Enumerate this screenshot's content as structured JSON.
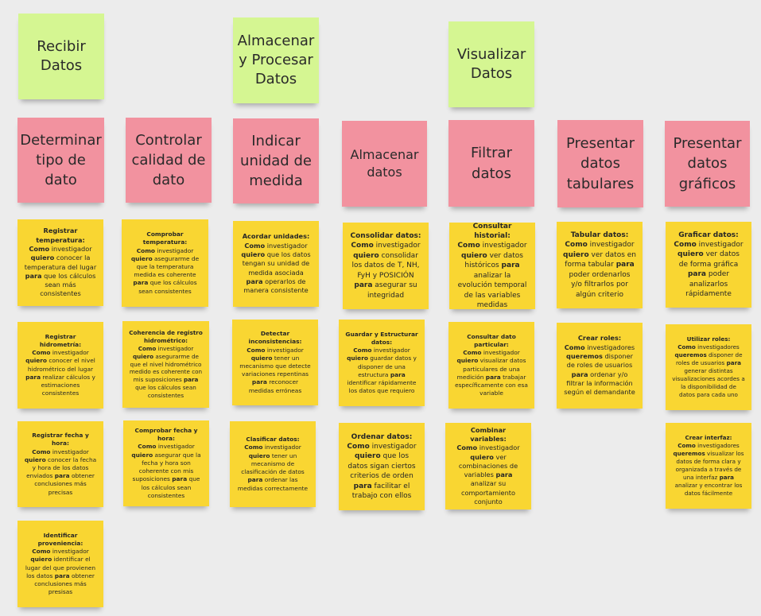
{
  "headers": [
    {
      "id": "recibir",
      "text": "Recibir\nDatos"
    },
    {
      "id": "almacenar-procesar",
      "text": "Almacenar\ny Procesar\nDatos"
    },
    {
      "id": "visualizar",
      "text": "Visualizar\nDatos"
    }
  ],
  "categories": [
    {
      "id": "determinar",
      "text": "Determinar\ntipo de\ndato"
    },
    {
      "id": "controlar",
      "text": "Controlar\ncalidad de\ndato"
    },
    {
      "id": "indicar",
      "text": "Indicar\nunidad de\nmedida"
    },
    {
      "id": "almacenar",
      "text": "Almacenar\ndatos"
    },
    {
      "id": "filtrar",
      "text": "Filtrar\ndatos"
    },
    {
      "id": "tabulares",
      "text": "Presentar\ndatos\ntabulares"
    },
    {
      "id": "graficos",
      "text": "Presentar\ndatos\ngráficos"
    }
  ],
  "stories": [
    {
      "id": "registrar-temperatura",
      "title": "Registrar temperatura:",
      "role": "Como",
      "role_rest": " investigador ",
      "want": "quiero",
      "want_rest": " conocer la temperatura del lugar ",
      "para": "para",
      "para_rest": " que los cálculos sean más consistentes"
    },
    {
      "id": "registrar-hidrometria",
      "title": "Registrar hidrometría:",
      "role": "Como",
      "role_rest": " investigador ",
      "want": "quiero",
      "want_rest": " conocer el nivel hidrométrico del lugar ",
      "para": "para",
      "para_rest": " realizar cálculos y estimaciones consistentes"
    },
    {
      "id": "registrar-fecha-hora",
      "title": "Registrar fecha y hora:",
      "role": "Como",
      "role_rest": " investigador ",
      "want": "quiero",
      "want_rest": " conocer la fecha y hora de los datos enviados ",
      "para": "para",
      "para_rest": " obtener conclusiones más precisas"
    },
    {
      "id": "identificar-proveniencia",
      "title": "Identificar proveniencia:",
      "role": "Como",
      "role_rest": " investigador ",
      "want": "quiero",
      "want_rest": " identificar el lugar del que provienen los datos ",
      "para": "para",
      "para_rest": " obtener conclusiones más presisas"
    },
    {
      "id": "comprobar-temperatura",
      "title": "Comprobar temperatura:",
      "role": "Como",
      "role_rest": " investigador ",
      "want": "quiero",
      "want_rest": " asegurarme de que la temperatura medida es coherente ",
      "para": "para",
      "para_rest": " que los cálculos sean consistentes"
    },
    {
      "id": "coherencia-hidrometrico",
      "title": "Coherencia de registro hidrométrico:",
      "role": "Como",
      "role_rest": " investigador ",
      "want": "quiero",
      "want_rest": " asegurarme de que el nivel hidrométrico medido es coherente con mis suposiciones ",
      "para": "para",
      "para_rest": " que los cálculos sean consistentes"
    },
    {
      "id": "comprobar-fecha-hora",
      "title": "Comprobar fecha y hora:",
      "role": "Como",
      "role_rest": " investigador ",
      "want": "quiero",
      "want_rest": " asegurar que la fecha y hora son coherente con mis suposiciones ",
      "para": "para",
      "para_rest": " que los cálculos sean consistentes"
    },
    {
      "id": "acordar-unidades",
      "title": "Acordar unidades:",
      "role": "Como",
      "role_rest": " investigador ",
      "want": "quiero",
      "want_rest": " que los datos tengan su unidad de medida asociada ",
      "para": "para",
      "para_rest": " operarlos de manera consistente"
    },
    {
      "id": "detectar-inconsistencias",
      "title": "Detectar inconsistencias:",
      "role": "Como",
      "role_rest": " investigador ",
      "want": "quiero",
      "want_rest": " tener un mecanismo que detecte variaciones repentinas ",
      "para": "para",
      "para_rest": " reconocer medidas erróneas"
    },
    {
      "id": "clasificar-datos",
      "title": "Clasificar datos:",
      "role": "Como",
      "role_rest": " investigador ",
      "want": "quiero",
      "want_rest": " tener un mecanismo de clasificación de datos ",
      "para": "para",
      "para_rest": " ordenar las medidas correctamente"
    },
    {
      "id": "consolidar-datos",
      "title": "Consolidar datos:",
      "role": "Como",
      "role_rest": " investigador ",
      "want": "quiero",
      "want_rest": " consolidar los datos de T, NH, FyH y POSICIÓN ",
      "para": "para",
      "para_rest": " asegurar su integridad"
    },
    {
      "id": "guardar-estructurar",
      "title": "Guardar y Estructurar datos:",
      "role": "Como",
      "role_rest": " investigador ",
      "want": "quiero",
      "want_rest": " guardar datos y disponer de una estructura ",
      "para": "para",
      "para_rest": " identificar rápidamente los datos que requiero"
    },
    {
      "id": "ordenar-datos",
      "title": "Ordenar datos:",
      "role": "Como",
      "role_rest": " investigador ",
      "want": "quiero",
      "want_rest": " que los datos sigan ciertos criterios de orden ",
      "para": "para",
      "para_rest": " facilitar el trabajo con ellos"
    },
    {
      "id": "consultar-historial",
      "title": "Consultar historial:",
      "role": "Como",
      "role_rest": " investigador ",
      "want": "quiero",
      "want_rest": " ver datos históricos ",
      "para": "para",
      "para_rest": " analizar la evolución temporal de las variables medidas"
    },
    {
      "id": "consultar-particular",
      "title": "Consultar dato particular:",
      "role": "Como",
      "role_rest": " investigador ",
      "want": "quiero",
      "want_rest": " visualizar datos particulares de una medición ",
      "para": "para",
      "para_rest": " trabajar específicamente con esa variable"
    },
    {
      "id": "combinar-variables",
      "title": "Combinar variables:",
      "role": "Como",
      "role_rest": " investigador ",
      "want": "quiero",
      "want_rest": " ver combinaciones de variables ",
      "para": "para",
      "para_rest": " analizar su comportamiento conjunto"
    },
    {
      "id": "tabular-datos",
      "title": "Tabular datos:",
      "role": "Como",
      "role_rest": " investigador ",
      "want": "quiero",
      "want_rest": " ver datos en forma tabular ",
      "para": "para",
      "para_rest": " poder ordenarlos y/o filtrarlos por algún criterio"
    },
    {
      "id": "crear-roles",
      "title": "Crear roles:",
      "role": "Como",
      "role_rest": " investigadores ",
      "want": "queremos",
      "want_rest": " disponer de roles de usuarios ",
      "para": "para",
      "para_rest": " ordenar y/o filtrar la información según el demandante"
    },
    {
      "id": "graficar-datos",
      "title": "Graficar datos:",
      "role": "Como",
      "role_rest": " investigador ",
      "want": "quiero",
      "want_rest": " ver datos de forma gráfica ",
      "para": "para",
      "para_rest": " poder analizarlos rápidamente"
    },
    {
      "id": "utilizar-roles",
      "title": "Utilizar roles:",
      "role": "Como",
      "role_rest": " investigadores ",
      "want": "queremos",
      "want_rest": " disponer de roles de usuarios ",
      "para": "para",
      "para_rest": " generar distintas visualizaciones acordes a la disponibilidad de datos para cada uno"
    },
    {
      "id": "crear-interfaz",
      "title": "Crear interfaz:",
      "role": "Como",
      "role_rest": " investigadores ",
      "want": "queremos",
      "want_rest": " visualizar los datos de forma clara y organizada a través de una interfaz ",
      "para": "para",
      "para_rest": " analizar y encontrar los datos fácilmente"
    }
  ]
}
